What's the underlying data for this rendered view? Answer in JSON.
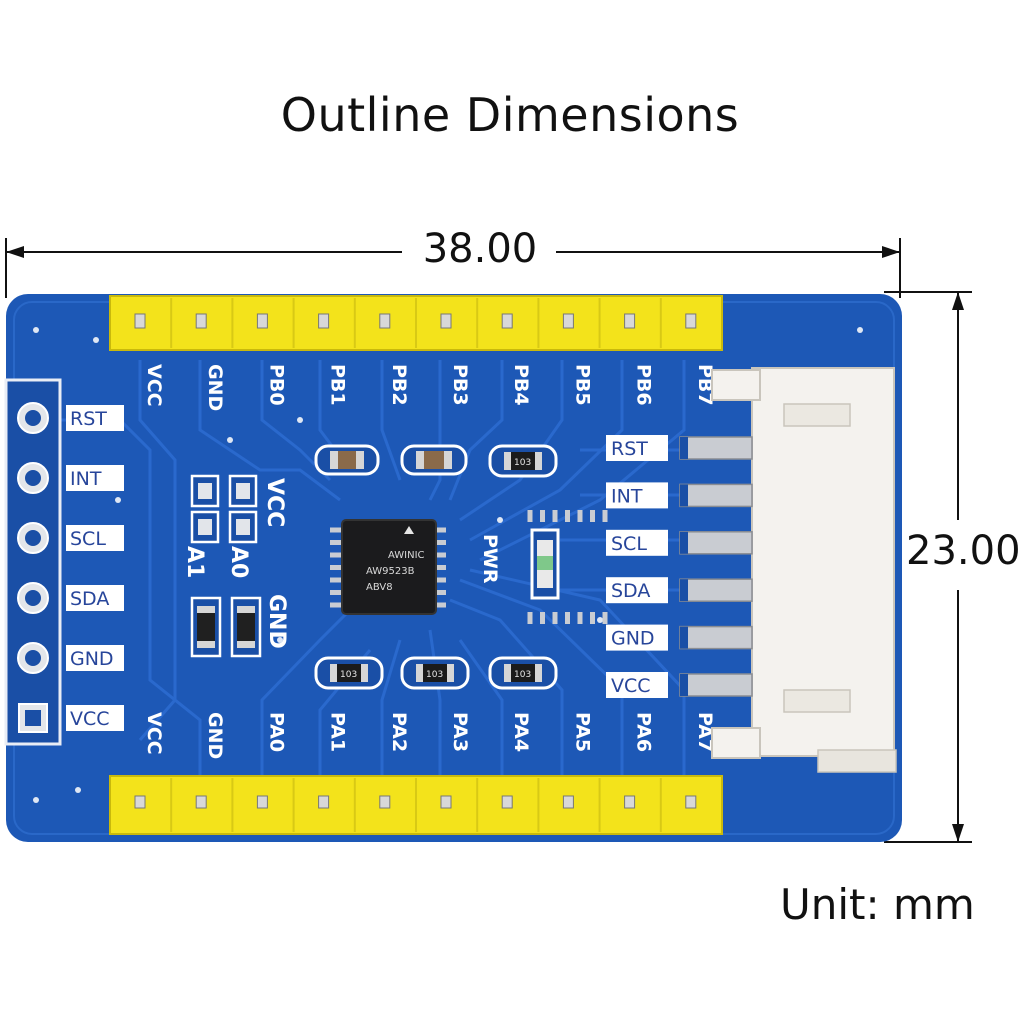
{
  "title": "Outline Dimensions",
  "dimensions": {
    "width": "38.00",
    "height": "23.00"
  },
  "unit_label": "Unit: mm",
  "top_header_pins": [
    "VCC",
    "GND",
    "PB0",
    "PB1",
    "PB2",
    "PB3",
    "PB4",
    "PB5",
    "PB6",
    "PB7"
  ],
  "bottom_header_pins": [
    "VCC",
    "GND",
    "PA0",
    "PA1",
    "PA2",
    "PA3",
    "PA4",
    "PA5",
    "PA6",
    "PA7"
  ],
  "left_header_pins": [
    "RST",
    "INT",
    "SCL",
    "SDA",
    "GND",
    "VCC"
  ],
  "connector_pins": [
    "RST",
    "INT",
    "SCL",
    "SDA",
    "GND",
    "VCC"
  ],
  "silkscreen": {
    "addr_vcc": "VCC",
    "addr_gnd": "GND",
    "a1": "A1",
    "a0": "A0",
    "pwr": "PWR"
  },
  "chip_marking": {
    "brand": "AWINIC",
    "part": "AW9523B",
    "code": "ABV8"
  },
  "resistor_codes": [
    "103",
    "103",
    "103",
    "103",
    "103"
  ],
  "colors": {
    "pcb": "#1d58b6",
    "pcb_dark": "#13418f",
    "header": "#f3e31b",
    "connector": "#f4f2ee",
    "silkscreen": "#ffffff"
  }
}
